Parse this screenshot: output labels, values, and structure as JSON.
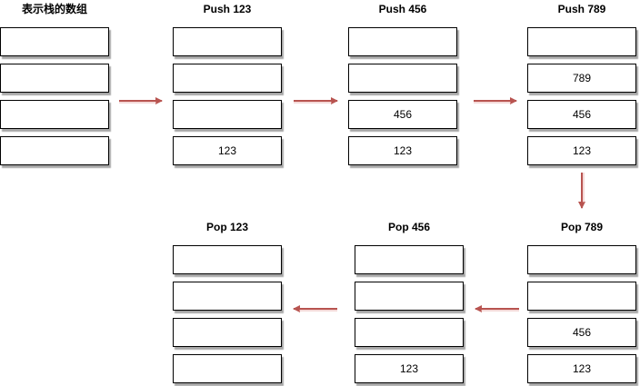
{
  "panels": [
    {
      "title": "表示栈的数组",
      "cells": [
        "",
        "",
        "",
        ""
      ]
    },
    {
      "title": "Push 123",
      "cells": [
        "",
        "",
        "",
        "123"
      ]
    },
    {
      "title": "Push 456",
      "cells": [
        "",
        "",
        "456",
        "123"
      ]
    },
    {
      "title": "Push 789",
      "cells": [
        "",
        "789",
        "456",
        "123"
      ]
    },
    {
      "title": "Pop 789",
      "cells": [
        "",
        "",
        "456",
        "123"
      ]
    },
    {
      "title": "Pop 456",
      "cells": [
        "",
        "",
        "",
        "123"
      ]
    },
    {
      "title": "Pop 123",
      "cells": [
        "",
        "",
        "",
        ""
      ]
    }
  ],
  "colors": {
    "arrow": "#b85450",
    "cell_border": "#000000",
    "cell_fill": "#ffffff"
  }
}
